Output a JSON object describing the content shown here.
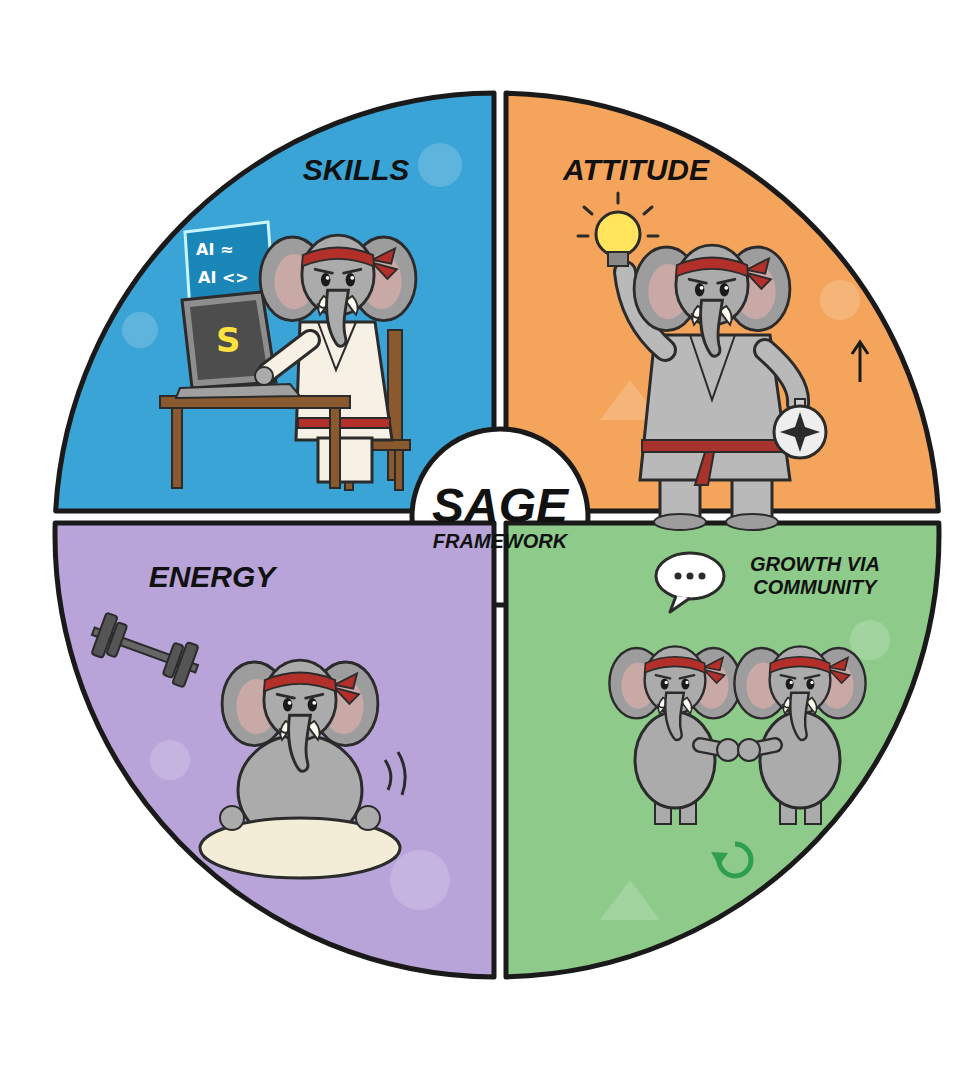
{
  "diagram": {
    "nodes": [
      {
        "text": [
          "SKILLS"
        ]
      },
      {
        "text": [
          "ATTITUDE"
        ]
      },
      {
        "text": [
          "SAGE",
          "FRAMEWORK"
        ]
      },
      {
        "text": [
          "ENERGY"
        ]
      },
      {
        "text": [
          "GROWTH VIA COMMUNITY"
        ]
      }
    ],
    "labels": [
      "AI ≈",
      "AI <>",
      "S"
    ]
  }
}
